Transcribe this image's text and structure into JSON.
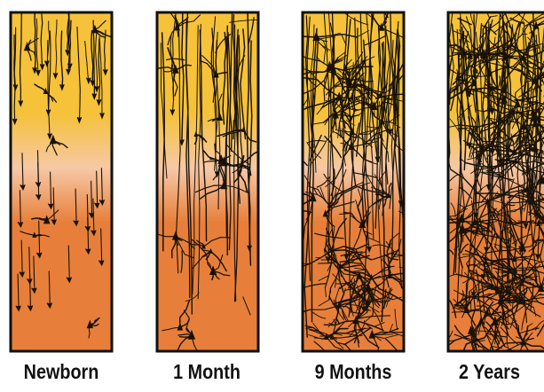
{
  "colors": {
    "top": "#f5c23a",
    "middle": "#f6c8a6",
    "bottom": "#e77f3a",
    "neuron": "#1a1209",
    "frame": "#111111"
  },
  "panels": [
    {
      "label": "Newborn",
      "density": 0
    },
    {
      "label": "1 Month",
      "density": 1
    },
    {
      "label": "9 Months",
      "density": 2
    },
    {
      "label": "2 Years",
      "density": 3
    }
  ]
}
